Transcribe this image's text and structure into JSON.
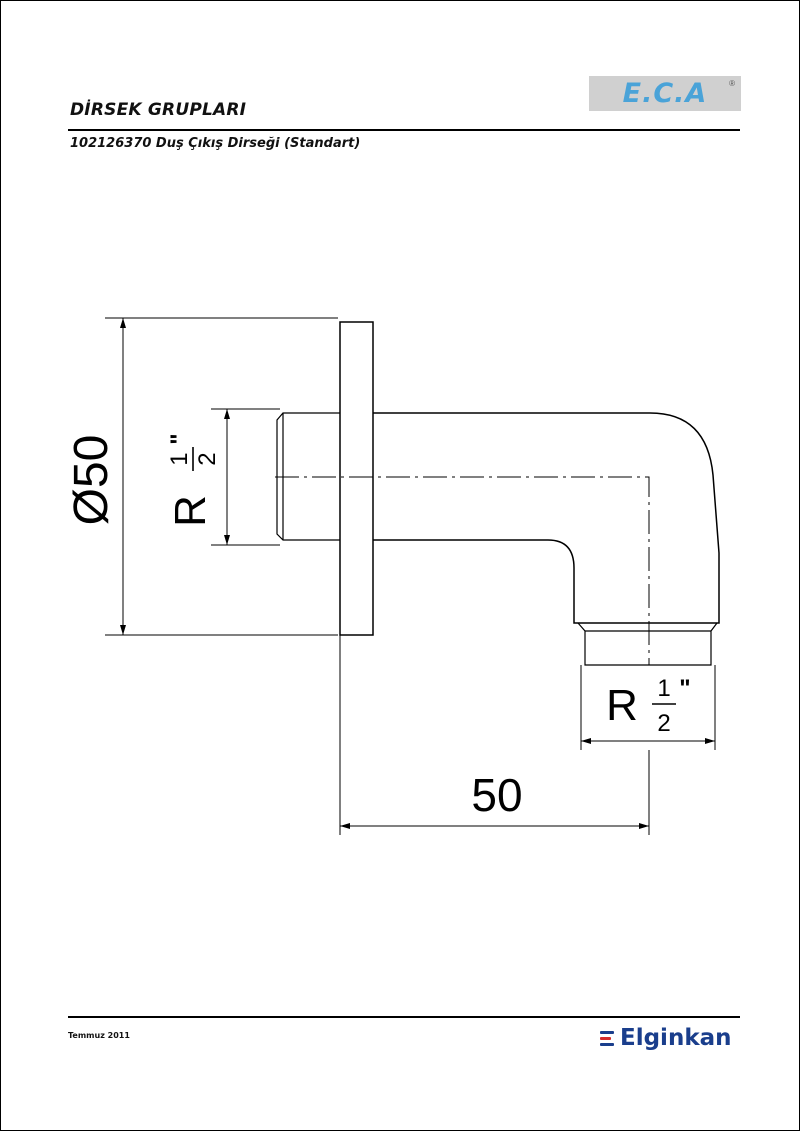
{
  "header": {
    "title": "DİRSEK GRUPLARI",
    "subtitle": "102126370 Duş Çıkış Dirseği (Standart)"
  },
  "logo": {
    "text": "E.C.A",
    "registered": "®",
    "color": "#4aa3d8"
  },
  "drawing": {
    "dim_diameter": "Ø50",
    "dim_length": "50",
    "thread_inlet": {
      "prefix": "R",
      "numerator": "1",
      "denominator": "2",
      "unit": "\""
    },
    "thread_outlet": {
      "prefix": "R",
      "numerator": "1",
      "denominator": "2",
      "unit": "\""
    }
  },
  "footer": {
    "date": "Temmuz 2011",
    "brand": "Elginkan",
    "brand_color": "#1a3e8c",
    "brand_mark_colors": [
      "#1a3e8c",
      "#d52b2b",
      "#1a3e8c"
    ]
  }
}
